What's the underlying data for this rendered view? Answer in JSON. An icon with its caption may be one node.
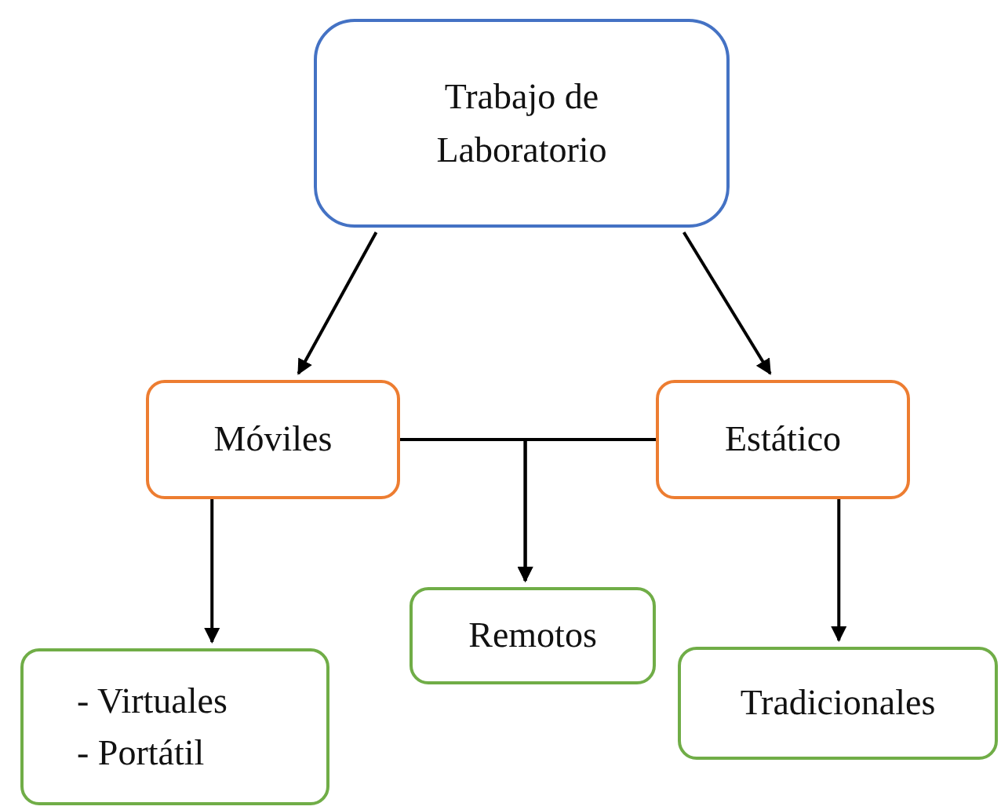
{
  "diagram": {
    "nodes": [
      {
        "text": [
          "Trabajo de Laboratorio"
        ]
      },
      {
        "text": [
          "Móviles"
        ]
      },
      {
        "text": [
          "Estático"
        ]
      },
      {
        "text": [
          "Remotos"
        ]
      },
      {
        "text": [
          "- Virtuales",
          "- Portátil"
        ]
      },
      {
        "text": [
          "Tradicionales"
        ]
      }
    ],
    "edges": [
      {
        "from": 0,
        "to": 1,
        "arrow": "to"
      },
      {
        "from": 0,
        "to": 2,
        "arrow": "to"
      },
      {
        "from": 1,
        "to": 3,
        "arrow": "to"
      },
      {
        "from": 2,
        "to": 3,
        "arrow": "to"
      },
      {
        "from": 1,
        "to": 4,
        "arrow": "to"
      },
      {
        "from": 2,
        "to": 5,
        "arrow": "to"
      }
    ]
  }
}
